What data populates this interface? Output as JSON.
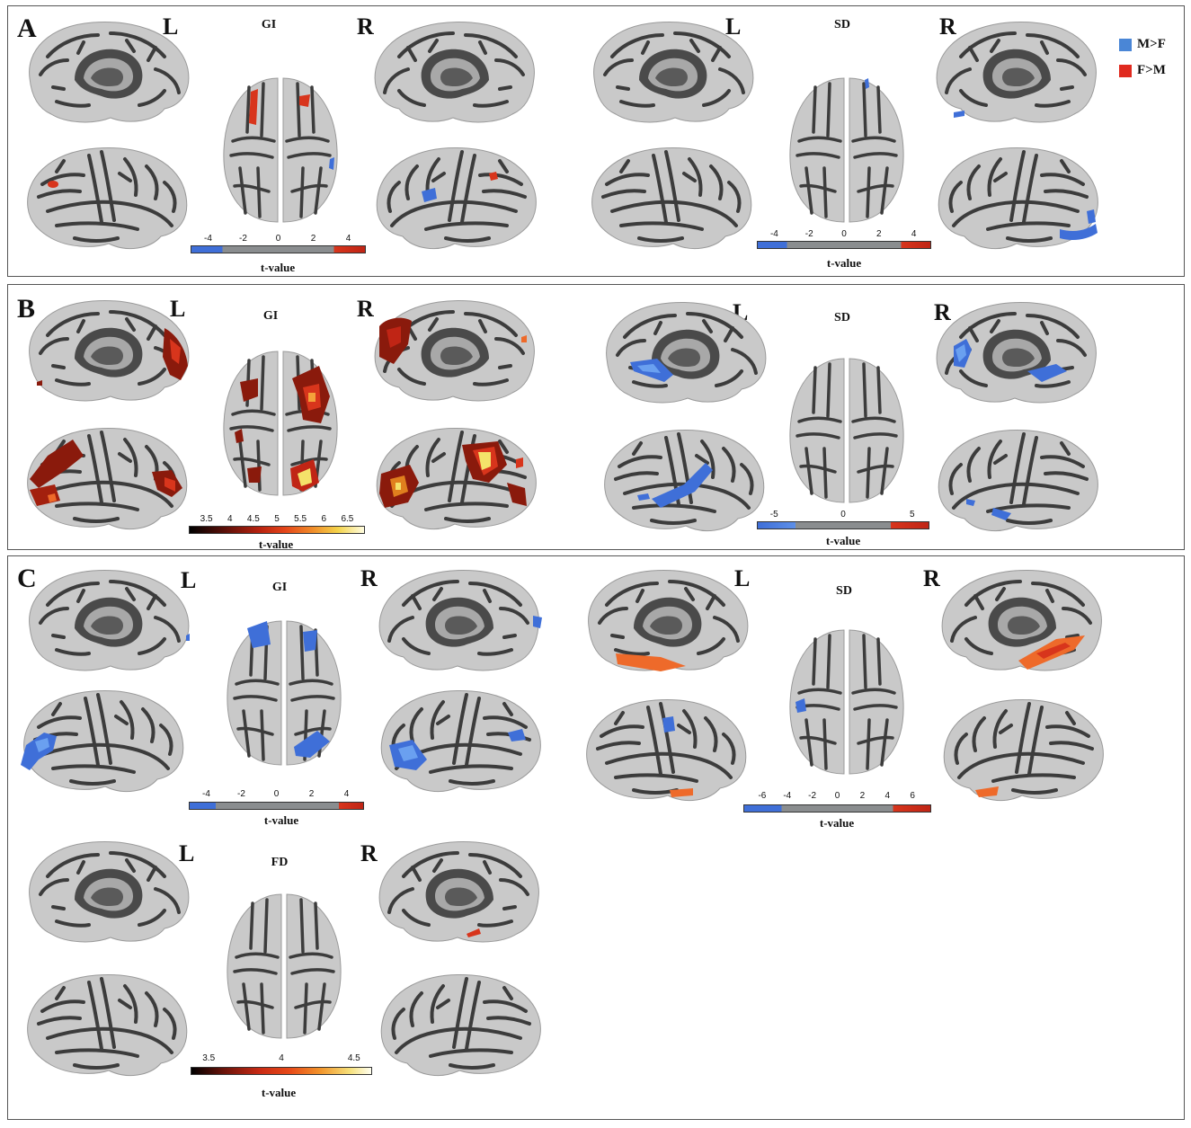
{
  "legend": [
    {
      "label": "M>F",
      "color": "#4a86d6"
    },
    {
      "label": "F>M",
      "color": "#e02a1f"
    }
  ],
  "panels": {
    "A": {
      "letter": "A",
      "left": {
        "metric": "GI",
        "L": "L",
        "R": "R",
        "ticks": [
          "-4",
          "-2",
          "0",
          "2",
          "4"
        ],
        "cbar_label": "t-value"
      },
      "right": {
        "metric": "SD",
        "L": "L",
        "R": "R",
        "ticks": [
          "-4",
          "-2",
          "0",
          "2",
          "4"
        ],
        "cbar_label": "t-value"
      }
    },
    "B": {
      "letter": "B",
      "left": {
        "metric": "GI",
        "L": "L",
        "R": "R",
        "ticks": [
          "3.5",
          "4",
          "4.5",
          "5",
          "5.5",
          "6",
          "6.5"
        ],
        "cbar_label": "t-value"
      },
      "right": {
        "metric": "SD",
        "L": "L",
        "R": "R",
        "ticks": [
          "-5",
          "0",
          "5"
        ],
        "cbar_label": "t-value"
      }
    },
    "C": {
      "letter": "C",
      "left": {
        "metric": "GI",
        "L": "L",
        "R": "R",
        "ticks": [
          "-4",
          "-2",
          "0",
          "2",
          "4"
        ],
        "cbar_label": "t-value"
      },
      "right": {
        "metric": "SD",
        "L": "L",
        "R": "R",
        "ticks": [
          "-6",
          "-4",
          "-2",
          "0",
          "2",
          "4",
          "6"
        ],
        "cbar_label": "t-value"
      },
      "bottom": {
        "metric": "FD",
        "L": "L",
        "R": "R",
        "ticks": [
          "3.5",
          "4",
          "4.5"
        ],
        "cbar_label": "t-value"
      }
    }
  },
  "colors": {
    "cortex": "#c9c9c9",
    "sulci": "#3c3c3c",
    "blue": "#3f6fd8",
    "red": "#d8351c",
    "orange": "#ee6a2a",
    "yellow": "#f4e26a",
    "gray_bar": "#8a8d8f"
  }
}
